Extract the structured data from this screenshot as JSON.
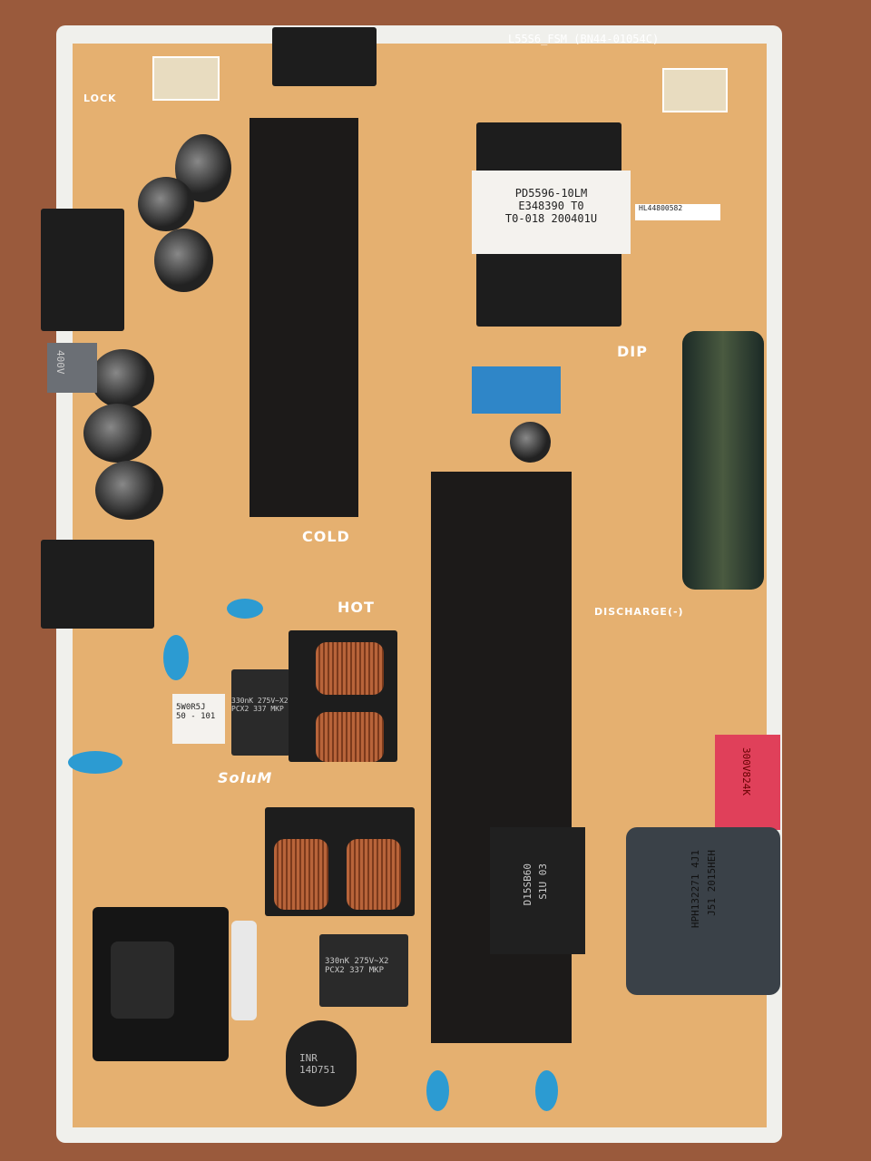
{
  "board": {
    "part_number": "L55S6_FSM (BN44-01054C)",
    "lock_label": "LOCK",
    "cold_label": "COLD",
    "hot_label": "HOT",
    "dip_label": "DIP",
    "discharge_label": "DISCHARGE(-)",
    "brand": "SoluM"
  },
  "transformer": {
    "line1": "PD5596-10LM",
    "line2": "E348390 T0",
    "line3": "T0-018 200401U"
  },
  "barcode_label": "HL44800582",
  "bridge_rectifier": {
    "line1": "D15SB60",
    "line2": "S1U 03"
  },
  "red_capacitor": "300V824K",
  "choke": {
    "line1": "HPH132271 4J1",
    "line2": "J51 2015HEH"
  },
  "x_capacitor": {
    "line1": "330nK 275V~X2",
    "line2": "PCX2 337 MKP"
  },
  "x_capacitor_2": {
    "line1": "330nK 275V~X2",
    "line2": "PCX2 337 MKP"
  },
  "thermistor": {
    "line1": "INR",
    "line2": "14D751"
  },
  "resistor_block": {
    "line1": "5W0R5J",
    "line2": "50 - 101"
  },
  "inductor_label": "400V"
}
